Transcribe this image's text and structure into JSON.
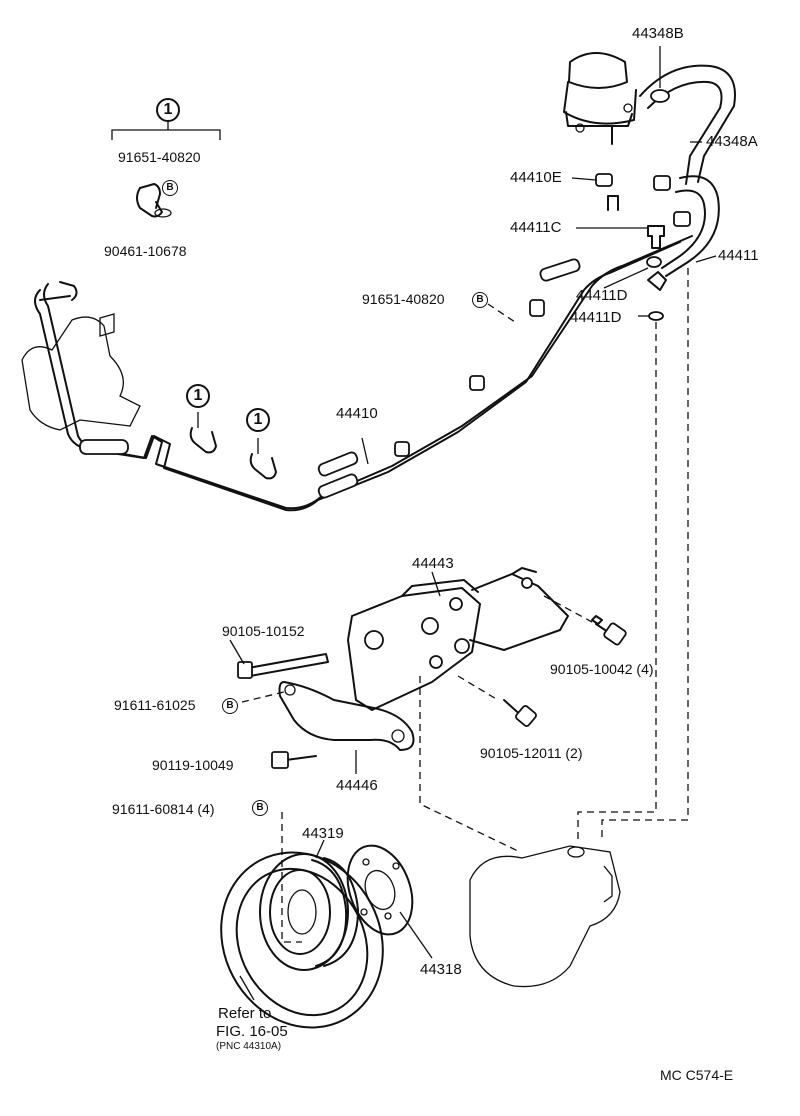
{
  "diagram": {
    "legend": {
      "circle_number": "1",
      "part_top": "91651-40820",
      "b_mark": "B",
      "part_bottom": "90461-10678"
    },
    "callout_marks": {
      "clamp_1": "1",
      "clamp_2": "1"
    },
    "labels": {
      "p44348B": "44348B",
      "p44348A": "44348A",
      "p44410E": "44410E",
      "p44411C": "44411C",
      "p44411": "44411",
      "p44411D_a": "44411D",
      "p44411D_b": "44411D",
      "p91651_40820": "91651-40820",
      "p44410": "44410",
      "p44443": "44443",
      "p90105_10152": "90105-10152",
      "p90105_10042": "90105-10042 (4)",
      "p91611_61025": "91611-61025",
      "p90105_12011": "90105-12011 (2)",
      "p90119_10049": "90119-10049",
      "p44446": "44446",
      "p91611_60814": "91611-60814 (4)",
      "p44319": "44319",
      "p44318": "44318"
    },
    "b_marks": {
      "b1": "B",
      "b2": "B",
      "b3": "B"
    },
    "refer": {
      "line1": "Refer to",
      "line2": "FIG. 16-05",
      "line3": "(PNC 44310A)"
    },
    "figure_code": "MC  C574-E"
  }
}
